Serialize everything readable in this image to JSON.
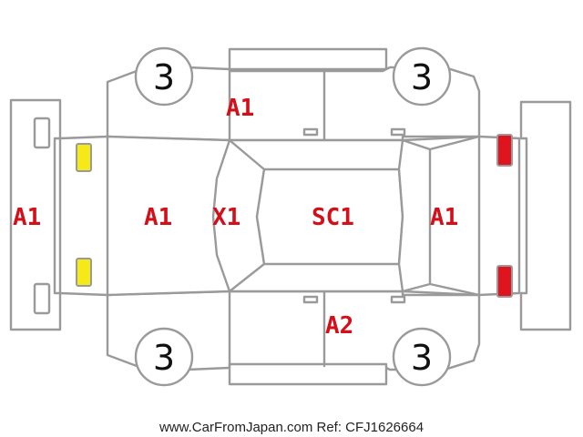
{
  "colors": {
    "damage_code": "#d3101a",
    "outline": "#9a9a9a",
    "front_light": "#f5ea18",
    "rear_light": "#e0141e"
  },
  "panels": {
    "front_bumper": "A1",
    "left_door_top": "A1",
    "hood": "A1",
    "windshield": "X1",
    "roof": "SC1",
    "trunk": "A1",
    "right_door_bottom": "A2"
  },
  "wheels": {
    "front_left": "3",
    "rear_left": "3",
    "front_right": "3",
    "rear_right": "3"
  },
  "footer": {
    "text": "www.CarFromJapan.com Ref: CFJ1626664"
  }
}
